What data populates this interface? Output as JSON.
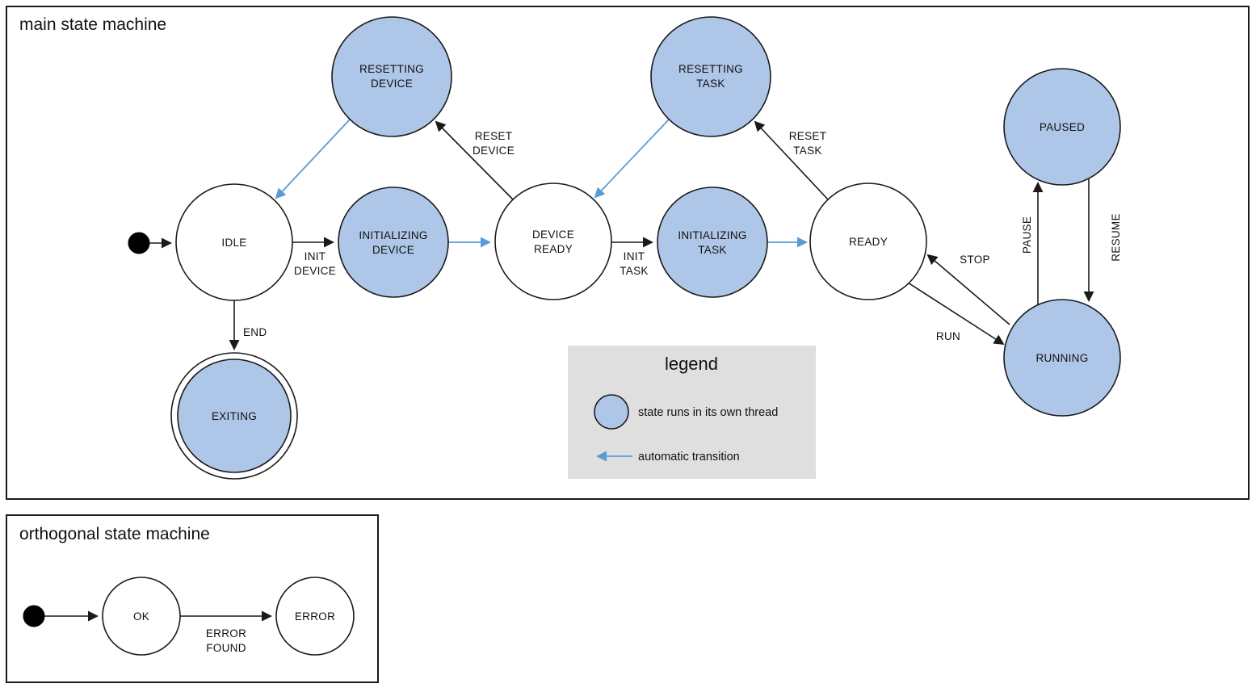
{
  "main": {
    "title": "main state machine",
    "states": {
      "idle": {
        "label": "IDLE"
      },
      "resetting_device": {
        "line1": "RESETTING",
        "line2": "DEVICE"
      },
      "initializing_device": {
        "line1": "INITIALIZING",
        "line2": "DEVICE"
      },
      "device_ready": {
        "line1": "DEVICE",
        "line2": "READY"
      },
      "resetting_task": {
        "line1": "RESETTING",
        "line2": "TASK"
      },
      "initializing_task": {
        "line1": "INITIALIZING",
        "line2": "TASK"
      },
      "ready": {
        "label": "READY"
      },
      "paused": {
        "label": "PAUSED"
      },
      "running": {
        "label": "RUNNING"
      },
      "exiting": {
        "label": "EXITING"
      }
    },
    "transitions": {
      "init_device": {
        "line1": "INIT",
        "line2": "DEVICE"
      },
      "reset_device": {
        "line1": "RESET",
        "line2": "DEVICE"
      },
      "init_task": {
        "line1": "INIT",
        "line2": "TASK"
      },
      "reset_task": {
        "line1": "RESET",
        "line2": "TASK"
      },
      "end": "END",
      "stop": "STOP",
      "run": "RUN",
      "pause": "PAUSE",
      "resume": "RESUME"
    }
  },
  "legend": {
    "title": "legend",
    "thread_note": "state runs in its own thread",
    "auto_note": "automatic transition"
  },
  "orthogonal": {
    "title": "orthogonal state machine",
    "states": {
      "ok": {
        "label": "OK"
      },
      "error": {
        "label": "ERROR"
      }
    },
    "transitions": {
      "error_found": {
        "line1": "ERROR",
        "line2": "FOUND"
      }
    }
  },
  "colors": {
    "state_fill": "#aec6e8",
    "auto_transition": "#5b9bd5",
    "legend_bg": "#dfdfdf"
  }
}
